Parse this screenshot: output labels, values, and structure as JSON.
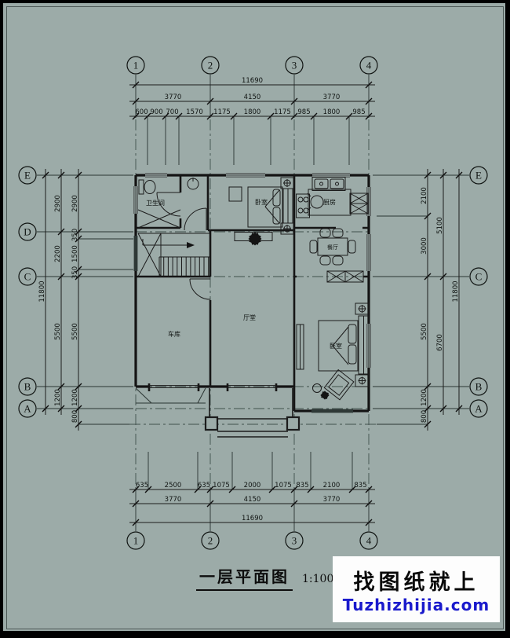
{
  "colors": {
    "background": "#9caba8",
    "line": "#1a1a1a",
    "window_dark": "#2e3836",
    "watermark_link": "#1a1acc"
  },
  "axes": {
    "cols": [
      "1",
      "2",
      "3",
      "4"
    ],
    "rows_left": [
      "E",
      "D",
      "C",
      "B",
      "A"
    ],
    "rows_right": [
      "E",
      "C",
      "B",
      "A"
    ]
  },
  "dims": {
    "top": {
      "total": "11690",
      "spans": [
        "3770",
        "4150",
        "3770"
      ],
      "detail": [
        "600",
        "900",
        "700",
        "1570",
        "1175",
        "1800",
        "1175",
        "985",
        "1800",
        "985"
      ]
    },
    "bottom": {
      "total": "11690",
      "spans": [
        "3770",
        "4150",
        "3770"
      ],
      "detail": [
        "635",
        "2500",
        "635",
        "1075",
        "2000",
        "1075",
        "835",
        "2100",
        "835"
      ]
    },
    "left": {
      "total": "11800",
      "spans": [
        "2900",
        "2200",
        "5500",
        "1200"
      ],
      "detail": [
        "2900",
        "350",
        "1500",
        "350",
        "5500",
        "1200",
        "800"
      ]
    },
    "right": {
      "total": "11800",
      "spans": [
        "5100",
        "6700"
      ],
      "detail": [
        "2100",
        "3000",
        "5500",
        "1200",
        "800"
      ]
    }
  },
  "rooms": {
    "bathroom": "卫生间",
    "bedroom_top": "卧室",
    "kitchen": "厨房",
    "dining": "餐厅",
    "hall": "厅堂",
    "garage": "车库",
    "bedroom_bottom": "卧室"
  },
  "title": {
    "name": "一层平面图",
    "scale": "1:100"
  },
  "watermark": {
    "line1": "找图纸就上",
    "line2": "Tuzhizhijia.com"
  }
}
